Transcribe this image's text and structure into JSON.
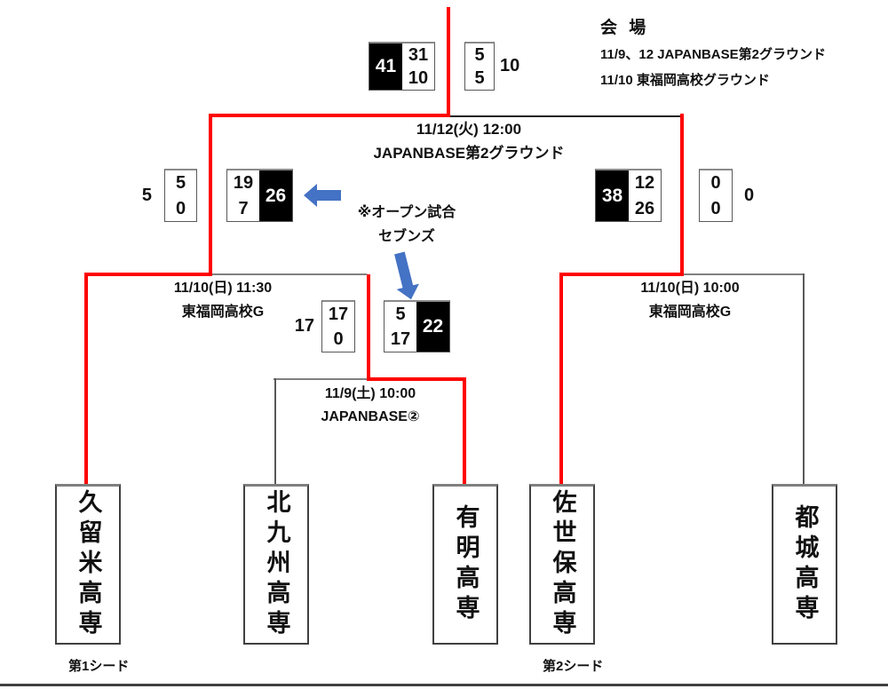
{
  "venue_info": {
    "title": "会 場",
    "line1": "11/9、12  JAPANBASE第2グラウンド",
    "line2": "11/10  東福岡高校グラウンド"
  },
  "final": {
    "datetime": "11/12(火) 12:00",
    "venue": "JAPANBASE第2グラウンド",
    "left_total": "41",
    "left_half1": "31",
    "left_half2": "10",
    "right_half1": "5",
    "right_half2": "5",
    "right_total": "10"
  },
  "note": {
    "line1": "※オープン試合",
    "line2": "セブンズ"
  },
  "sf_left": {
    "datetime": "11/10(日)  11:30",
    "venue": "東福岡高校G",
    "left_total": "5",
    "left_half1": "5",
    "left_half2": "0",
    "right_half1": "19",
    "right_half2": "7",
    "right_total": "26"
  },
  "sf_right": {
    "datetime": "11/10(日)  10:00",
    "venue": "東福岡高校G",
    "left_total": "38",
    "left_half1": "12",
    "left_half2": "26",
    "right_half1": "0",
    "right_half2": "0",
    "right_total": "0"
  },
  "r1": {
    "datetime": "11/9(土)  10:00",
    "venue": "JAPANBASE②",
    "left_total": "17",
    "left_half1": "17",
    "left_half2": "0",
    "right_half1": "5",
    "right_half2": "17",
    "right_total": "22"
  },
  "teams": {
    "t1": "久留米高専",
    "t2": "北九州高専",
    "t3": "有明高専",
    "t4": "佐世保高専",
    "t5": "都城高専"
  },
  "seeds": {
    "seed1": "第1シード",
    "seed2": "第2シード"
  },
  "colors": {
    "advance_red": "#FF0000",
    "arrow_blue": "#4472C4"
  }
}
